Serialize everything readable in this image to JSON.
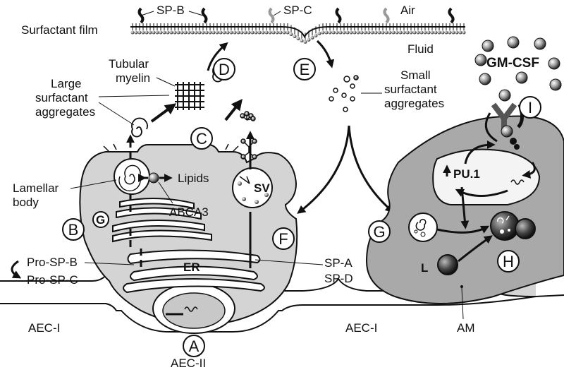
{
  "labels": {
    "surfactant_film": "Surfactant film",
    "sp_b": "SP-B",
    "sp_c": "SP-C",
    "air": "Air",
    "fluid": "Fluid",
    "gm_csf": "GM-CSF",
    "tubular_myelin_1": "Tubular",
    "tubular_myelin_2": "myelin",
    "large_agg_1": "Large",
    "large_agg_2": "surfactant",
    "large_agg_3": "aggregates",
    "small_agg_1": "Small",
    "small_agg_2": "surfactant",
    "small_agg_3": "aggregates",
    "lamellar_1": "Lamellar",
    "lamellar_2": "body",
    "lipids": "Lipids",
    "abca3": "ABCA3",
    "golgi": "G",
    "sv": "SV",
    "pu1": "PU.1",
    "pro_sp_b": "Pro-SP-B",
    "pro_sp_c": "Pro-SP-C",
    "er": "ER",
    "sp_a": "SP-A",
    "sp_d": "SP-D",
    "aec_i_left": "AEC-I",
    "aec_i_right": "AEC-I",
    "aec_ii": "AEC-II",
    "am": "AM",
    "lysosome_l": "L"
  },
  "steps": [
    "A",
    "B",
    "C",
    "D",
    "E",
    "F",
    "G",
    "H",
    "I"
  ],
  "colors": {
    "cell_fill": "#d4d4d4",
    "macrophage_fill": "#a9a9a9",
    "vesicle_fill": "#ffffff",
    "stroke": "#111111"
  }
}
